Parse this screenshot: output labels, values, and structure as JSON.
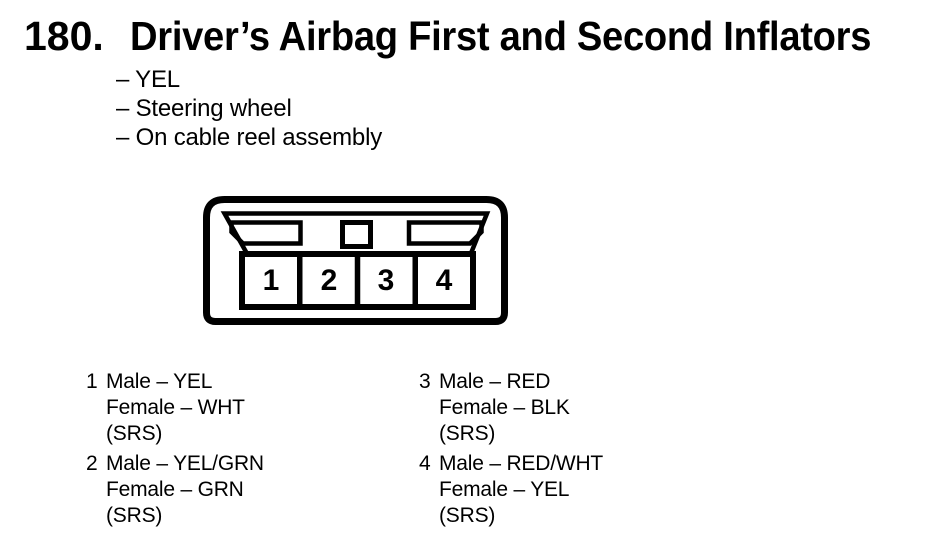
{
  "figure": {
    "number": "180.",
    "title": "Driver’s Airbag First and Second Inflators",
    "attributes": [
      "– YEL",
      "– Steering wheel",
      "– On cable reel assembly"
    ]
  },
  "connector": {
    "pins": [
      "1",
      "2",
      "3",
      "4"
    ]
  },
  "legend": [
    {
      "pin": "1",
      "lines": [
        "Male – YEL",
        "Female – WHT",
        "(SRS)"
      ]
    },
    {
      "pin": "2",
      "lines": [
        "Male – YEL/GRN",
        "Female – GRN",
        "(SRS)"
      ]
    },
    {
      "pin": "3",
      "lines": [
        "Male – RED",
        "Female – BLK",
        "(SRS)"
      ]
    },
    {
      "pin": "4",
      "lines": [
        "Male – RED/WHT",
        "Female – YEL",
        "(SRS)"
      ]
    }
  ],
  "colors": {
    "ink": "#000000",
    "background": "#ffffff"
  }
}
